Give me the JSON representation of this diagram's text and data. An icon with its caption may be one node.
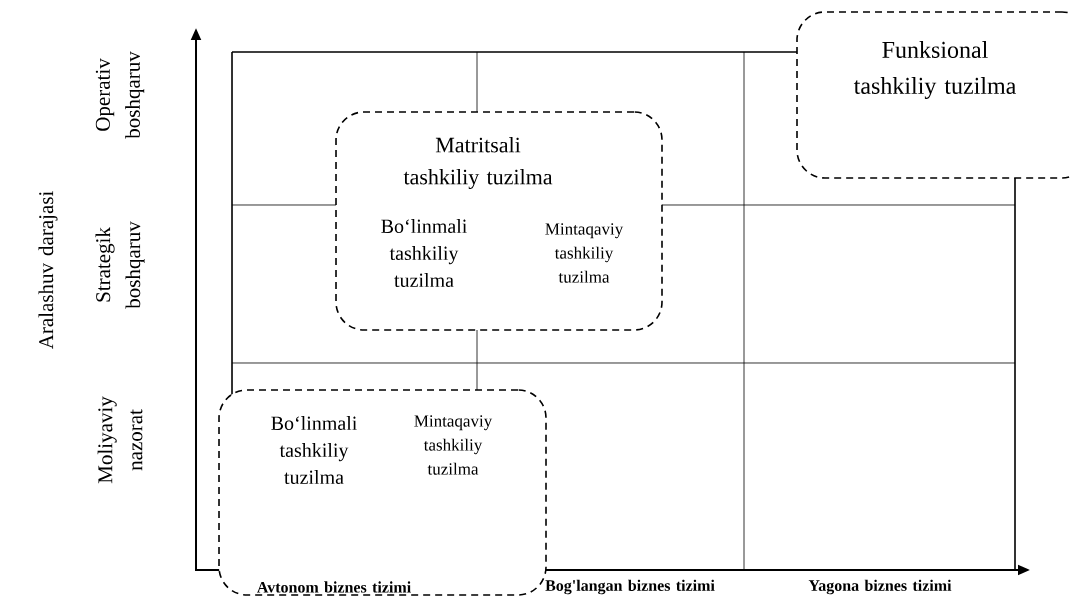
{
  "diagram": {
    "nodes": [
      {
        "text": [
          "Matritsali tashkiliy tuzilma",
          "Bo‘linmali tashkiliy tuzilma",
          "Mintaqaviy tashkiliy tuzilma"
        ]
      },
      {
        "text": [
          "Bo‘linmali tashkiliy tuzilma",
          "Mintaqaviy tashkiliy tuzilma"
        ]
      },
      {
        "text": [
          "Funksional tashkiliy tuzilma"
        ]
      }
    ],
    "labels": [
      "Aralashuv darajasi",
      "Operativ boshqaruv",
      "Strategik boshqaruv",
      "Moliyaviy nazorat",
      "Avtonom biznes tizimi",
      "Bog'langan biznes tizimi",
      "Yagona biznes tizimi"
    ]
  }
}
